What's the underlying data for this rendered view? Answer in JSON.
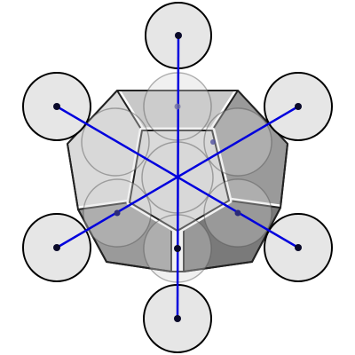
{
  "figure": {
    "face_count": 12,
    "outer_sphere_count": 6,
    "inner_sphere_count": 6,
    "axis_count": 3,
    "colors": {
      "background": "#ffffff",
      "face_light": "#dadada",
      "face_mid_light": "#c8c8c8",
      "face_mid": "#9a9a9a",
      "face_dark": "#7a7a7a",
      "face_edge": "#ffffff",
      "face_outline": "#222222",
      "sphere_fill": "#e6e6e6",
      "sphere_inner_fill": "#d4d4d4",
      "sphere_stroke": "#000000",
      "axis": "#0000dd",
      "center_dot": "#0a0a2a"
    }
  }
}
